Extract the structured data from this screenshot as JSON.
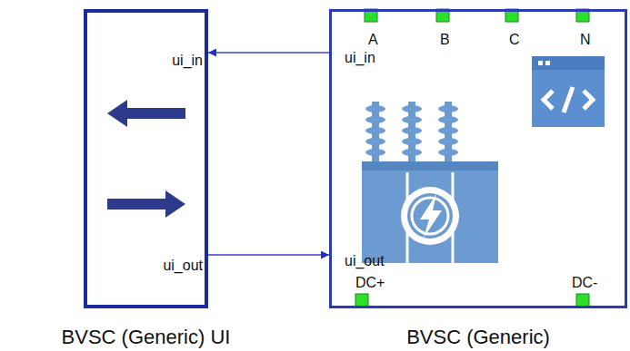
{
  "diagram": {
    "nodes": [
      {
        "text": [
          "BVSC (Generic) UI",
          "ui_in",
          "ui_out"
        ]
      },
      {
        "text": [
          "BVSC (Generic)",
          "A",
          "B",
          "C",
          "N",
          "ui_in",
          "ui_out",
          "DC+",
          "DC-"
        ]
      }
    ],
    "edges": [
      {
        "from": 1,
        "to": 0,
        "arrow": "to"
      },
      {
        "from": 0,
        "to": 1,
        "arrow": "to"
      }
    ]
  }
}
